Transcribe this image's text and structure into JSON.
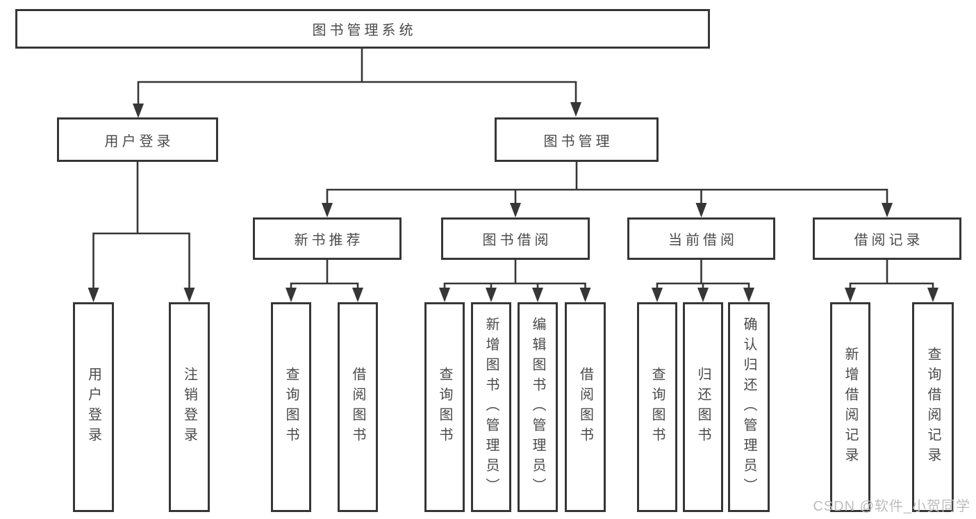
{
  "tree": {
    "root": {
      "label": "图书管理系统",
      "children": [
        {
          "label": "用户登录",
          "children": [
            {
              "label": "用户登录"
            },
            {
              "label": "注销登录"
            }
          ]
        },
        {
          "label": "图书管理",
          "children": [
            {
              "label": "新书推荐",
              "children": [
                {
                  "label": "查询图书"
                },
                {
                  "label": "借阅图书"
                }
              ]
            },
            {
              "label": "图书借阅",
              "children": [
                {
                  "label": "查询图书"
                },
                {
                  "label": "新增图书（管理员）"
                },
                {
                  "label": "编辑图书（管理员）"
                },
                {
                  "label": "借阅图书"
                }
              ]
            },
            {
              "label": "当前借阅",
              "children": [
                {
                  "label": "查询图书"
                },
                {
                  "label": "归还图书"
                },
                {
                  "label": "确认归还（管理员）"
                }
              ]
            },
            {
              "label": "借阅记录",
              "children": [
                {
                  "label": "新增借阅记录"
                },
                {
                  "label": "查询借阅记录"
                }
              ]
            }
          ]
        }
      ]
    }
  },
  "watermark": {
    "text": "CSDN @软件_小贺同学"
  },
  "colors": {
    "line": "#363636",
    "text": "#4a4a4a",
    "background": "#ffffff",
    "watermark": "#bdbdbd"
  }
}
